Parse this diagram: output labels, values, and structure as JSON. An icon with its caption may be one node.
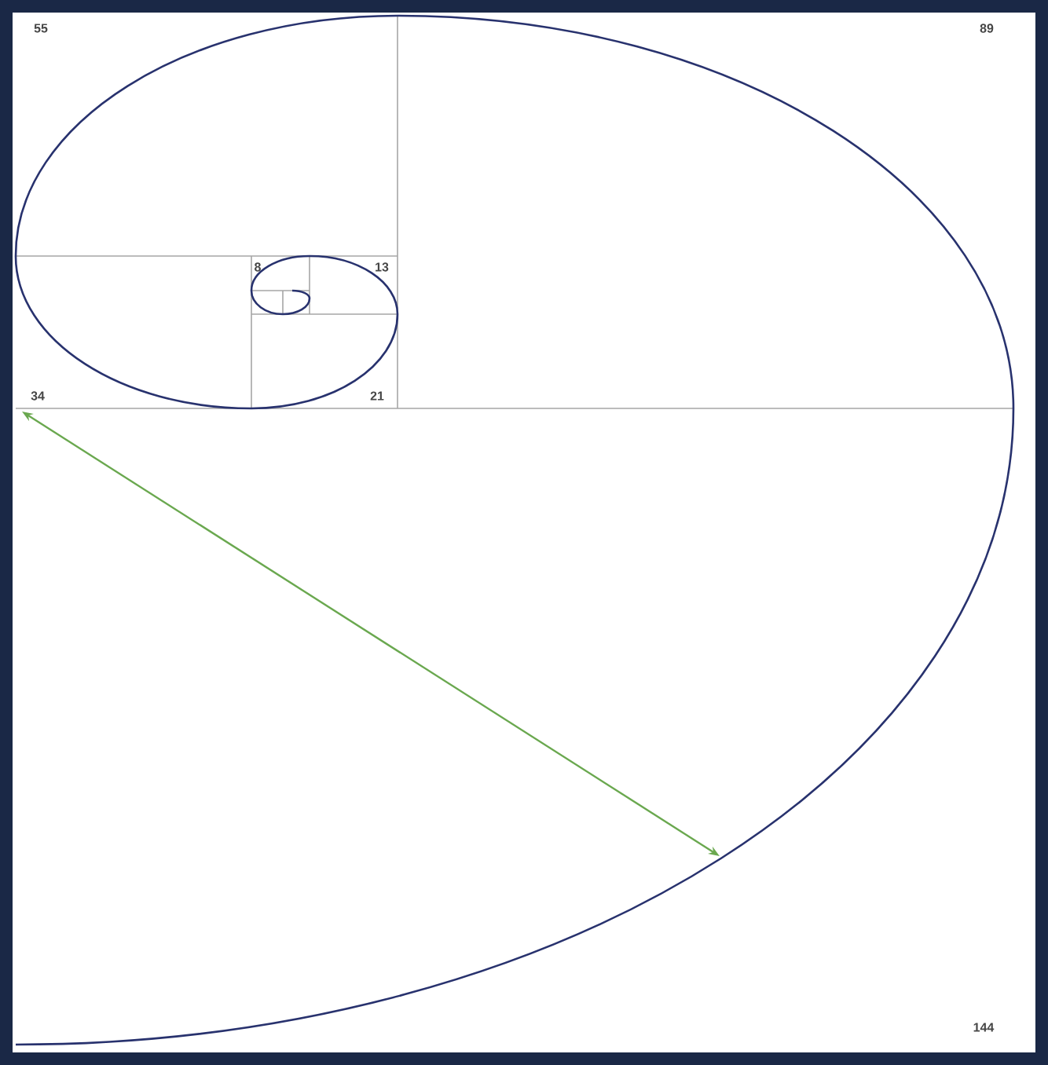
{
  "diagram": {
    "labels": [
      "55",
      "89",
      "8",
      "13",
      "34",
      "21",
      "144"
    ]
  }
}
